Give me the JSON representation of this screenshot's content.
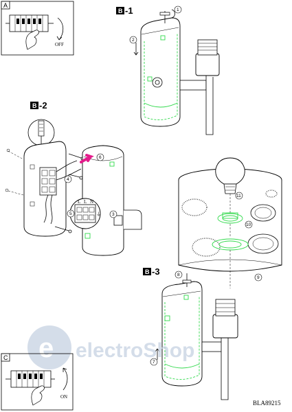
{
  "panels": {
    "a": {
      "letter": "A",
      "state": "OFF"
    },
    "c": {
      "letter": "C",
      "state": "ON"
    }
  },
  "steps": {
    "b1": {
      "letter": "B",
      "number": "-1"
    },
    "b2": {
      "letter": "B",
      "number": "-2"
    },
    "b3": {
      "letter": "B",
      "number": "-3"
    }
  },
  "callouts": {
    "c1": "1",
    "c2": "2",
    "c3": "3",
    "c4": "4",
    "c5": "5",
    "c6": "6",
    "c7": "7",
    "c8": "8",
    "c9": "9",
    "c10": "10",
    "c11": "11"
  },
  "wiring": {
    "terminal_labels": [
      "L",
      "L",
      "N"
    ],
    "earth_symbol": "⏚"
  },
  "product_code": "BLA89215",
  "watermark": {
    "brand": "electroShop",
    "mark": "e"
  },
  "colors": {
    "line": "#000000",
    "highlight_green": "#2fd94a",
    "arrow_magenta": "#e41c8b",
    "watermark": "#c6d2e2"
  }
}
